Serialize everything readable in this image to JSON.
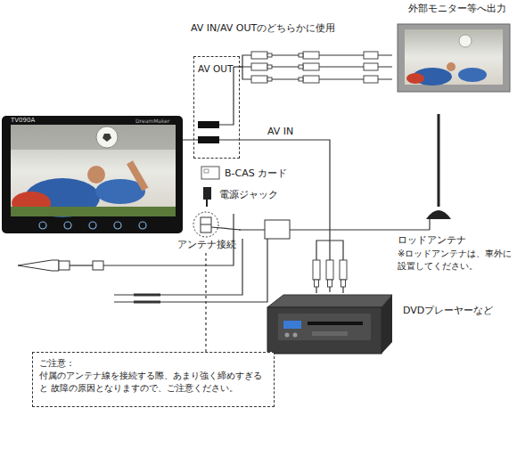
{
  "diagram": {
    "nodes": [
      {
        "text": [
          "TV090A",
          "DreamMaker"
        ]
      },
      {
        "text": [
          "AV OUT"
        ]
      },
      {
        "text": [
          "外部モニター等へ出力"
        ]
      },
      {
        "text": [
          "アンテナ接続"
        ]
      },
      {
        "text": [
          "ロッドアンテナ",
          "※ロッドアンテナは、車外に 設置してください。"
        ]
      },
      {
        "text": [
          "DVDプレーヤーなど"
        ]
      },
      {
        "text": [
          "ご注意：",
          "付属のアンテナ線を接続する際、あまり強く締めすぎると 故障の原因となりますので、ご注意ください。"
        ]
      }
    ],
    "edges": [
      {
        "from": 1,
        "to": 2,
        "arrow": "none"
      },
      {
        "from": 0,
        "to": 5,
        "label": "AV IN",
        "arrow": "none"
      },
      {
        "from": 3,
        "to": 4,
        "arrow": "none"
      },
      {
        "from": 6,
        "to": 3,
        "arrow": "none"
      }
    ],
    "labels": [
      "AV IN/AV OUTのどちらかに使用",
      "B-CAS カード",
      "電源ジャック"
    ]
  }
}
